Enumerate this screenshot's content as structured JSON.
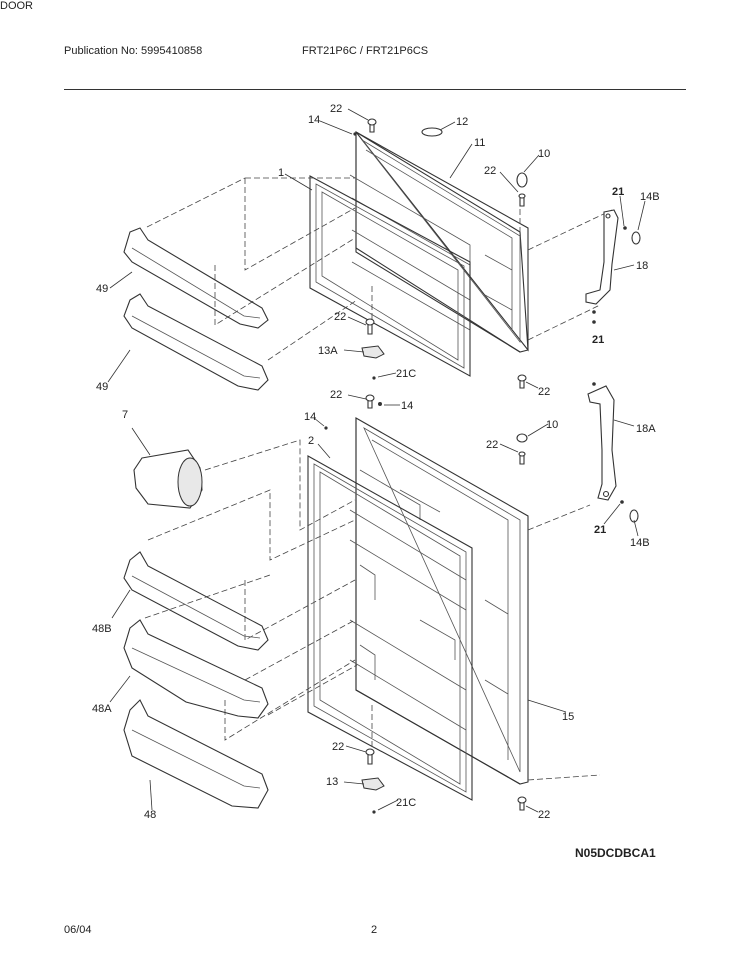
{
  "header": {
    "publication": "Publication No: 5995410858",
    "models": "FRT21P6C / FRT21P6CS",
    "section": "DOOR"
  },
  "footer": {
    "date": "06/04",
    "page": "2",
    "diagram_code": "N05DCDBCA1"
  },
  "callouts": {
    "c1": "1",
    "c2": "2",
    "c7": "7",
    "c10a": "10",
    "c10b": "10",
    "c11": "11",
    "c12": "12",
    "c13": "13",
    "c13a": "13A",
    "c14a": "14",
    "c14b": "14",
    "c14c": "14",
    "c14ba": "14B",
    "c14bb": "14B",
    "c15": "15",
    "c18": "18",
    "c18a": "18A",
    "c21a": "21",
    "c21b": "21",
    "c21c": "21",
    "c21ca": "21C",
    "c21cb": "21C",
    "c22a": "22",
    "c22b": "22",
    "c22c": "22",
    "c22d": "22",
    "c22e": "22",
    "c22f": "22",
    "c22g": "22",
    "c22h": "22",
    "c48": "48",
    "c48a": "48A",
    "c48b": "48B",
    "c49a": "49",
    "c49b": "49"
  }
}
